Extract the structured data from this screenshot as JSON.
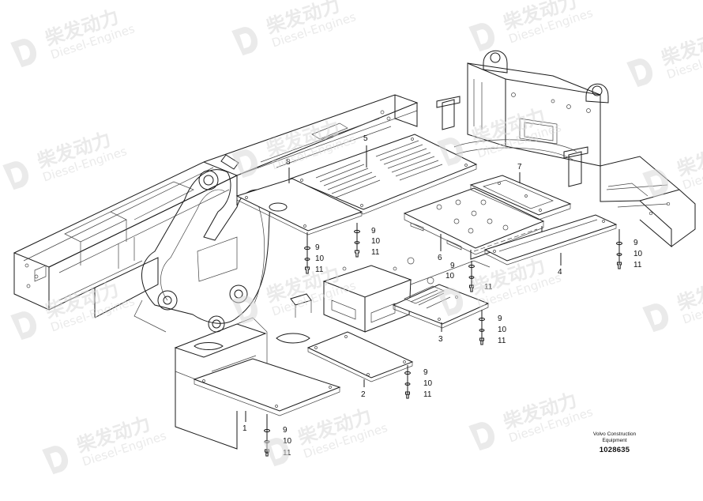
{
  "drawing": {
    "publisher_line1": "Volvo Construction",
    "publisher_line2": "Equipment",
    "document_number": "1028635"
  },
  "watermark": {
    "brand_cn": "柴发动力",
    "brand_en": "Diesel-Engines"
  },
  "callouts": {
    "p1": "1",
    "p2": "2",
    "p3": "3",
    "p4": "4",
    "p5": "5",
    "p6": "6",
    "p7": "7",
    "p8": "8",
    "washer": "9",
    "lockwasher": "10",
    "bolt": "11"
  },
  "colors": {
    "line": "#1a1a1a",
    "watermark": "#d9d9d9",
    "background": "#ffffff"
  }
}
